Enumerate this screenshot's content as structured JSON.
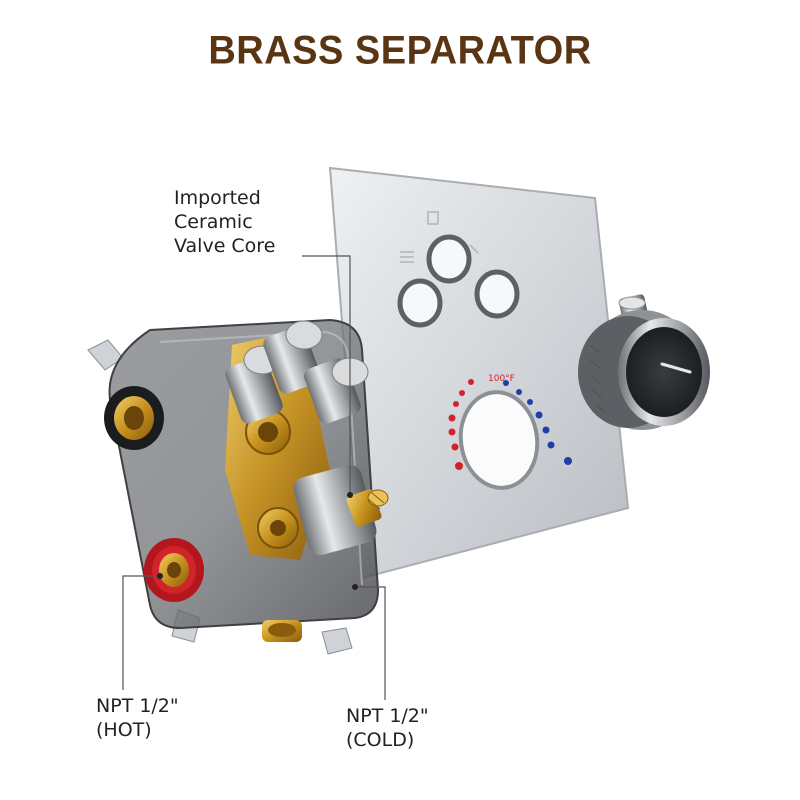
{
  "title": "BRASS SEPARATOR",
  "labels": {
    "valve_core": [
      "Imported",
      "Ceramic",
      "Valve Core"
    ],
    "hot": [
      "NPT 1/2\"",
      "(HOT)"
    ],
    "cold": [
      "NPT 1/2\"",
      "(COLD)"
    ]
  },
  "plate": {
    "temperature_mark": "100°F"
  },
  "colors": {
    "title": "#5a3514",
    "hot": "#d2232a",
    "cold": "#1e3fa8",
    "brass": "#d6a531"
  }
}
